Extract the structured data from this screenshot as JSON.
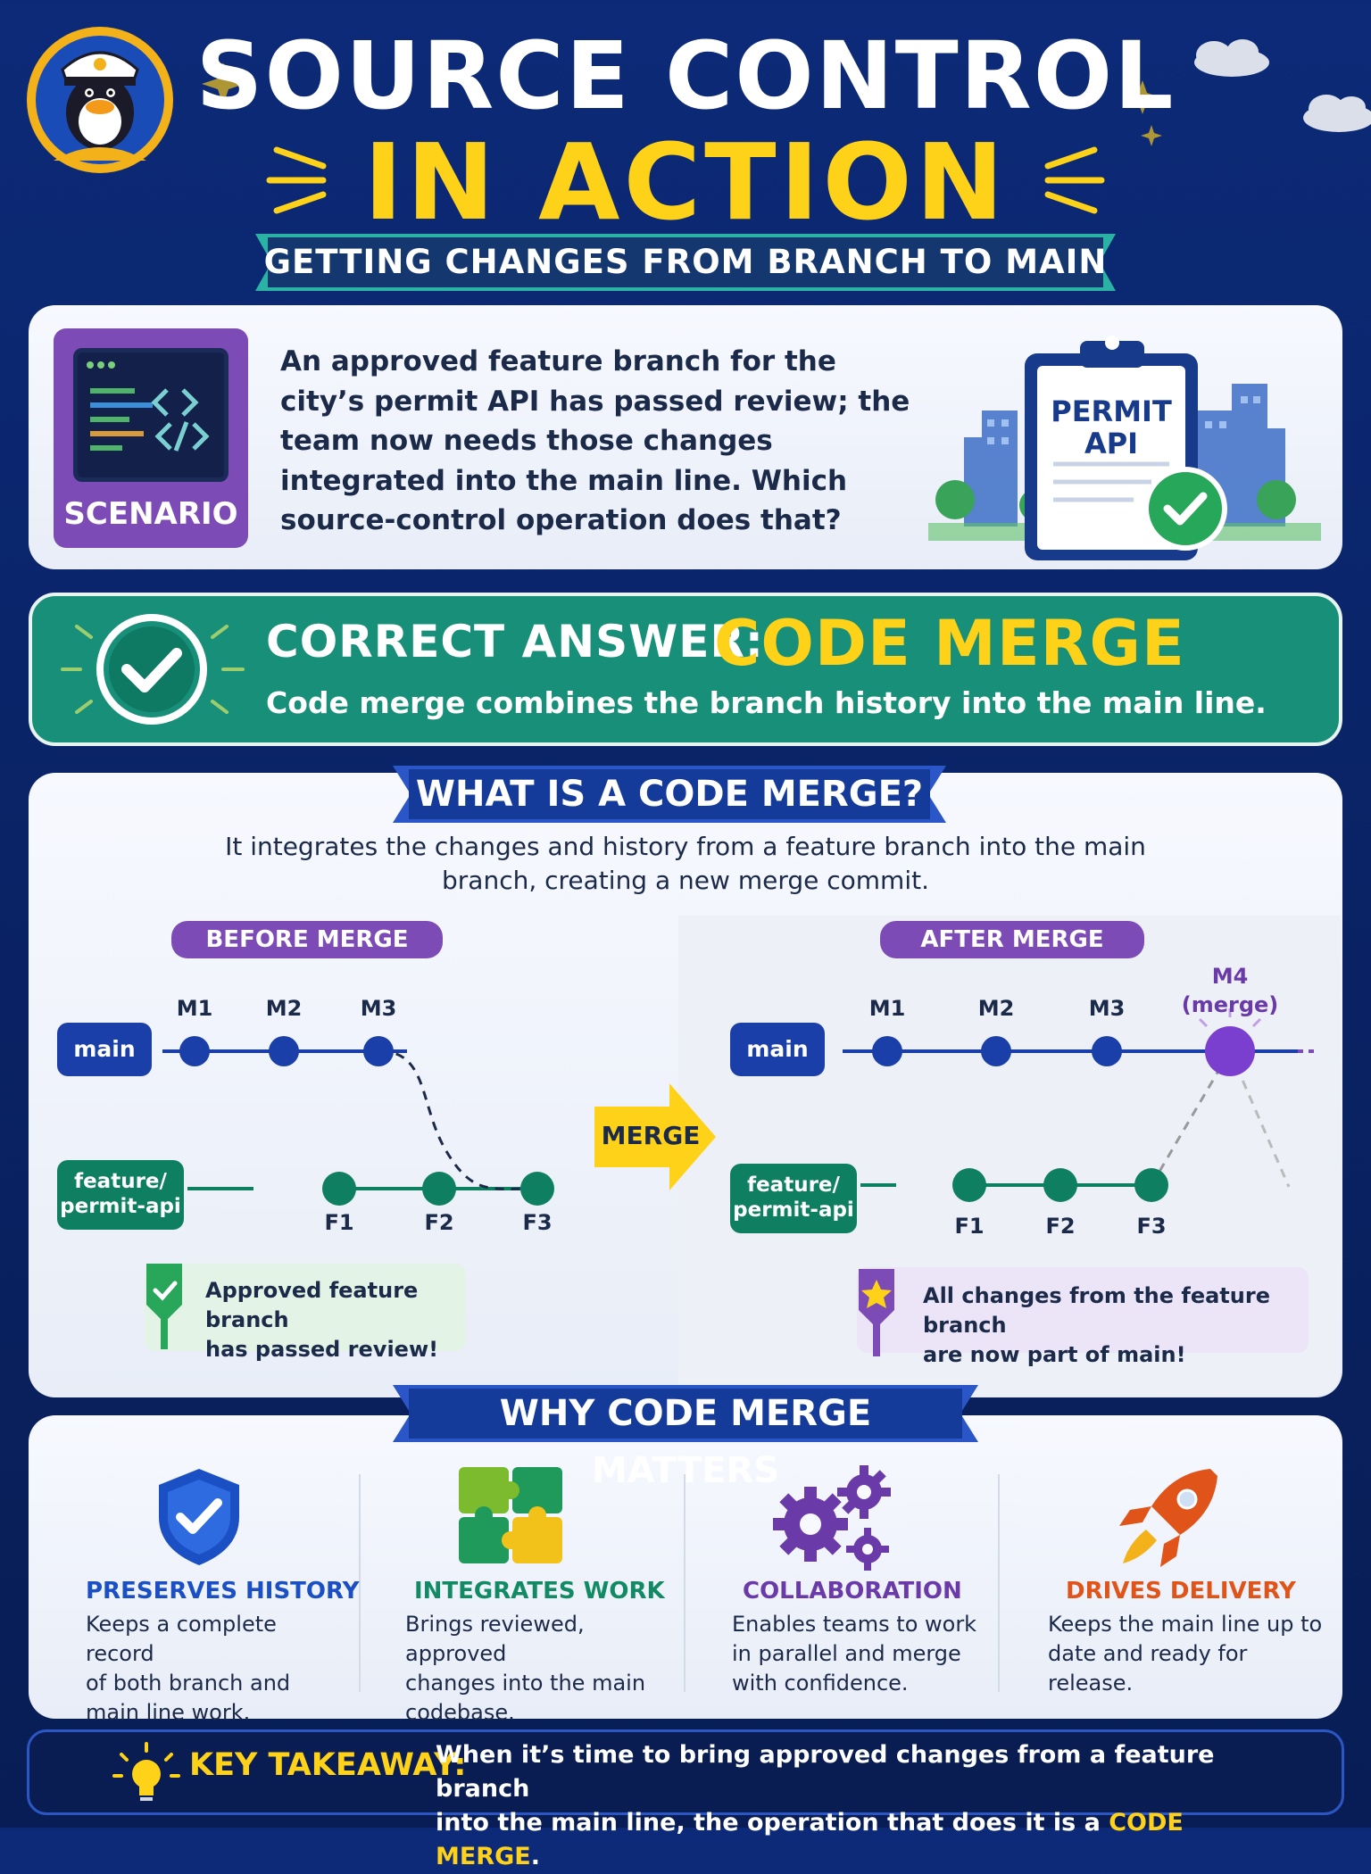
{
  "header": {
    "title_line1": "SOURCE CONTROL",
    "title_line2": "IN ACTION",
    "subtitle": "GETTING CHANGES FROM BRANCH TO MAIN"
  },
  "scenario": {
    "badge": "SCENARIO",
    "text": "An approved feature branch for the city’s permit API has passed review; the team now needs those changes integrated into the main line. Which source-control operation does that?",
    "clipboard_label_line1": "PERMIT",
    "clipboard_label_line2": "API"
  },
  "answer": {
    "heading": "CORRECT ANSWER:",
    "value": "CODE MERGE",
    "description": "Code merge combines the branch history into the main line."
  },
  "what": {
    "heading": "WHAT IS A CODE MERGE?",
    "description": "It integrates the changes and history from a feature branch into the main branch, creating a new merge commit.",
    "before": {
      "title": "BEFORE MERGE",
      "main_label": "main",
      "feature_label_line1": "feature/",
      "feature_label_line2": "permit-api",
      "main_commits": [
        "M1",
        "M2",
        "M3"
      ],
      "feature_commits": [
        "F1",
        "F2",
        "F3"
      ],
      "note_line1": "Approved feature branch",
      "note_line2": "has passed review!"
    },
    "merge_arrow": "MERGE",
    "after": {
      "title": "AFTER MERGE",
      "main_label": "main",
      "feature_label_line1": "feature/",
      "feature_label_line2": "permit-api",
      "main_commits": [
        "M1",
        "M2",
        "M3"
      ],
      "merge_commit": "M4",
      "merge_commit_sub": "(merge)",
      "feature_commits": [
        "F1",
        "F2",
        "F3"
      ],
      "note_line1": "All changes from the feature branch",
      "note_line2": "are now part of main!"
    }
  },
  "why": {
    "heading": "WHY CODE MERGE MATTERS",
    "items": [
      {
        "title": "PRESERVES HISTORY",
        "desc_lines": [
          "Keeps a complete record",
          "of both branch and",
          "main line work."
        ],
        "color": "#1b4fc4",
        "icon": "shield-check-icon"
      },
      {
        "title": "INTEGRATES WORK",
        "desc_lines": [
          "Brings reviewed, approved",
          "changes into the main",
          "codebase."
        ],
        "color": "#128a63",
        "icon": "puzzle-icon"
      },
      {
        "title": "COLLABORATION",
        "desc_lines": [
          "Enables teams to work",
          "in parallel and merge",
          "with confidence."
        ],
        "color": "#6a3aa8",
        "icon": "gears-icon"
      },
      {
        "title": "DRIVES DELIVERY",
        "desc_lines": [
          "Keeps the main line up to",
          "date and ready for",
          "release."
        ],
        "color": "#e0541a",
        "icon": "rocket-icon"
      }
    ]
  },
  "takeaway": {
    "label": "KEY TAKEAWAY:",
    "line1": "When it’s time to bring approved changes from a feature branch",
    "line2_prefix": "into the main line, the operation that does it is a ",
    "line2_highlight": "CODE MERGE",
    "line2_suffix": "."
  },
  "colors": {
    "background": "#0c2a78",
    "accent_yellow": "#ffd21a",
    "teal": "#178f79",
    "purple": "#7d4bb5",
    "main_blue": "#1b3fa8",
    "feature_green": "#0f7f62"
  }
}
